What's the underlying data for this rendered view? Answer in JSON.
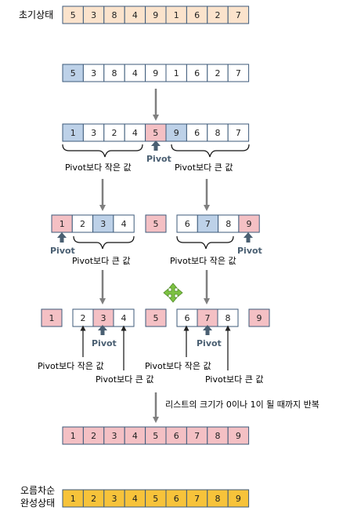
{
  "colors": {
    "peach": "#fbe3cc",
    "blue": "#bdd1e8",
    "pink": "#f4c0c4",
    "white": "#ffffff",
    "gold": "#f7c33a",
    "border": "#3d5a7a",
    "arrow_gray": "#7f7f7f",
    "pivot_arrow": "#4a5f72",
    "move_icon": "#7dc242"
  },
  "labels": {
    "initial_state": "초기상태",
    "sorted_line1": "오름차순",
    "sorted_line2": "완성상태",
    "pivot": "Pivot",
    "less_than_pivot": "Pivot보다 작은 값",
    "greater_than_pivot": "Pivot보다 큰 값",
    "repeat_note": "리스트의 크기가 0이나 1이 될 때까지 반복"
  },
  "rows": {
    "initial": [
      "5",
      "3",
      "8",
      "4",
      "9",
      "1",
      "6",
      "2",
      "7"
    ],
    "step1": [
      "5",
      "3",
      "8",
      "4",
      "9",
      "1",
      "6",
      "2",
      "7"
    ],
    "step2": [
      "1",
      "3",
      "2",
      "4",
      "5",
      "9",
      "6",
      "8",
      "7"
    ],
    "step3_left": [
      "1",
      "2",
      "3",
      "4"
    ],
    "step3_mid": [
      "5"
    ],
    "step3_right": [
      "6",
      "7",
      "8",
      "9"
    ],
    "step4_a": [
      "1"
    ],
    "step4_b": [
      "2",
      "3",
      "4"
    ],
    "step4_c": [
      "5"
    ],
    "step4_d": [
      "6",
      "7",
      "8"
    ],
    "step4_e": [
      "9"
    ],
    "result": [
      "1",
      "2",
      "3",
      "4",
      "5",
      "6",
      "7",
      "8",
      "9"
    ],
    "final": [
      "1",
      "2",
      "3",
      "4",
      "5",
      "6",
      "7",
      "8",
      "9"
    ]
  },
  "icons": [
    "down-arrow-icon",
    "pivot-up-arrow-icon",
    "move-icon",
    "pointer-arrow-icon"
  ]
}
